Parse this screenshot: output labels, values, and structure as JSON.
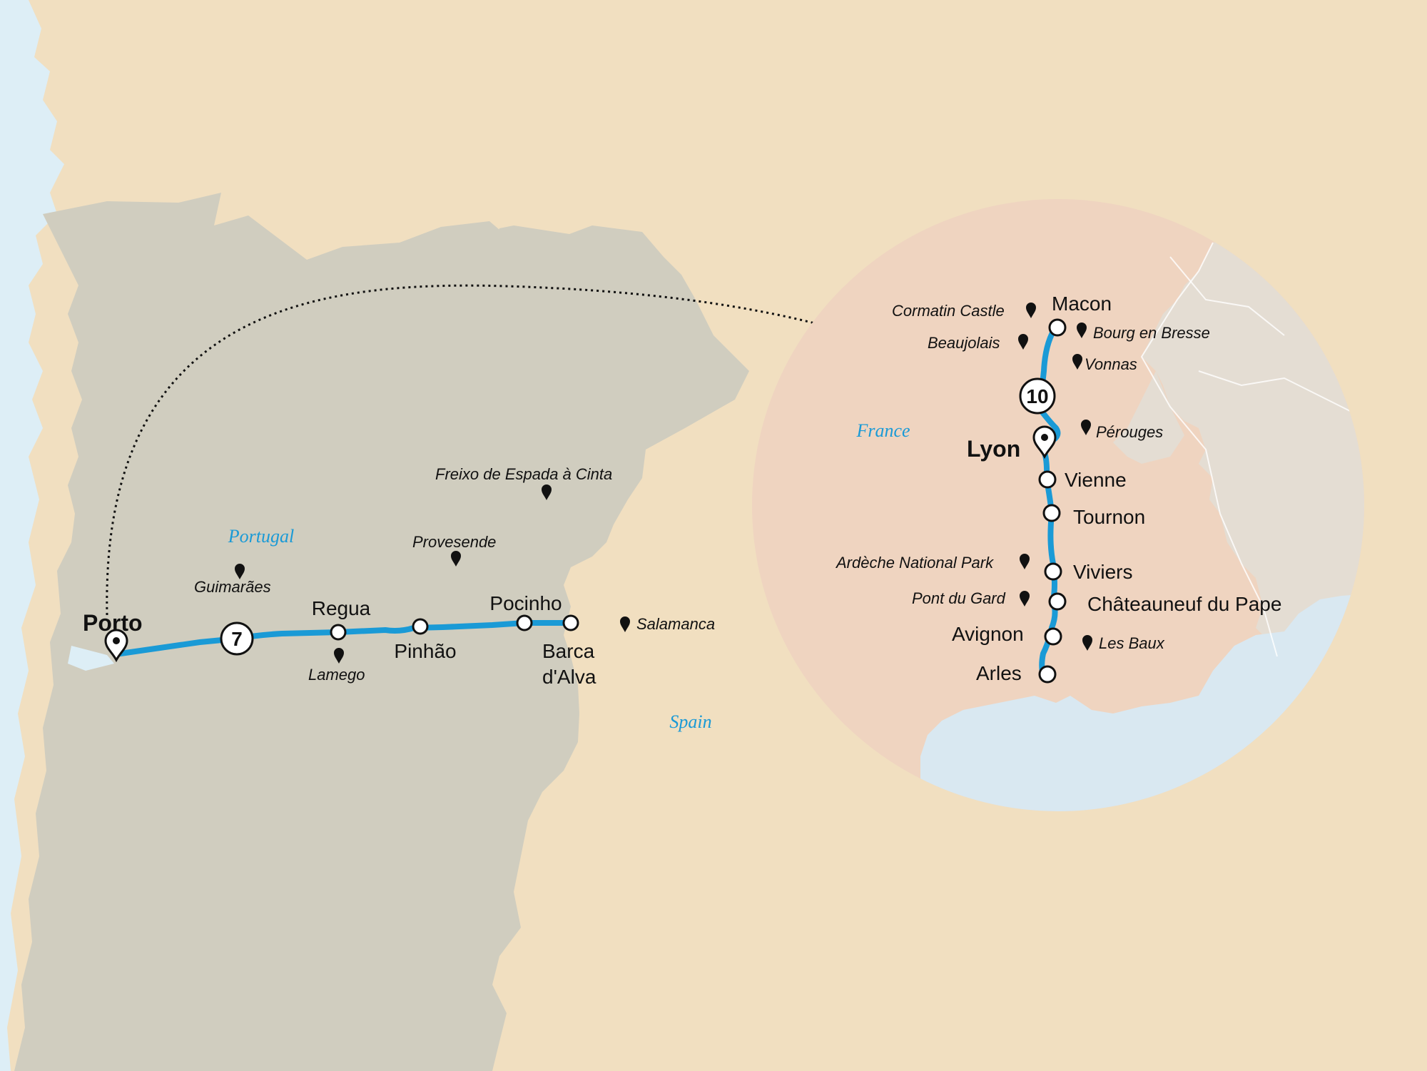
{
  "colors": {
    "sea": "#ddeef6",
    "land_spain": "#f1dfc0",
    "land_portugal": "#d0cdbf",
    "inset_france": "#efd4c0",
    "inset_neighbors": "#e4ddd3",
    "inset_sea": "#d9e8f1",
    "river": "#1a9ad6",
    "country_label": "#1a9ad6",
    "text": "#111111"
  },
  "countries": {
    "portugal": "Portugal",
    "spain": "Spain",
    "france": "France"
  },
  "portugal_route": {
    "start": "Porto",
    "nights_badge": "7",
    "stops": [
      "Regua",
      "Pinhão",
      "Pocinho",
      "Barca d'Alva"
    ],
    "barca_line1": "Barca",
    "barca_line2": "d'Alva",
    "excursions": [
      "Guimarães",
      "Lamego",
      "Freixo de Espada à Cinta",
      "Provesende",
      "Salamanca"
    ]
  },
  "france_route": {
    "start": "Lyon",
    "nights_badge": "10",
    "stops": [
      "Macon",
      "Vienne",
      "Tournon",
      "Viviers",
      "Châteauneuf du Pape",
      "Avignon",
      "Arles"
    ],
    "excursions": [
      "Cormatin Castle",
      "Bourg en Bresse",
      "Beaujolais",
      "Vonnas",
      "Pérouges",
      "Ardèche National Park",
      "Pont du Gard",
      "Les Baux"
    ]
  }
}
